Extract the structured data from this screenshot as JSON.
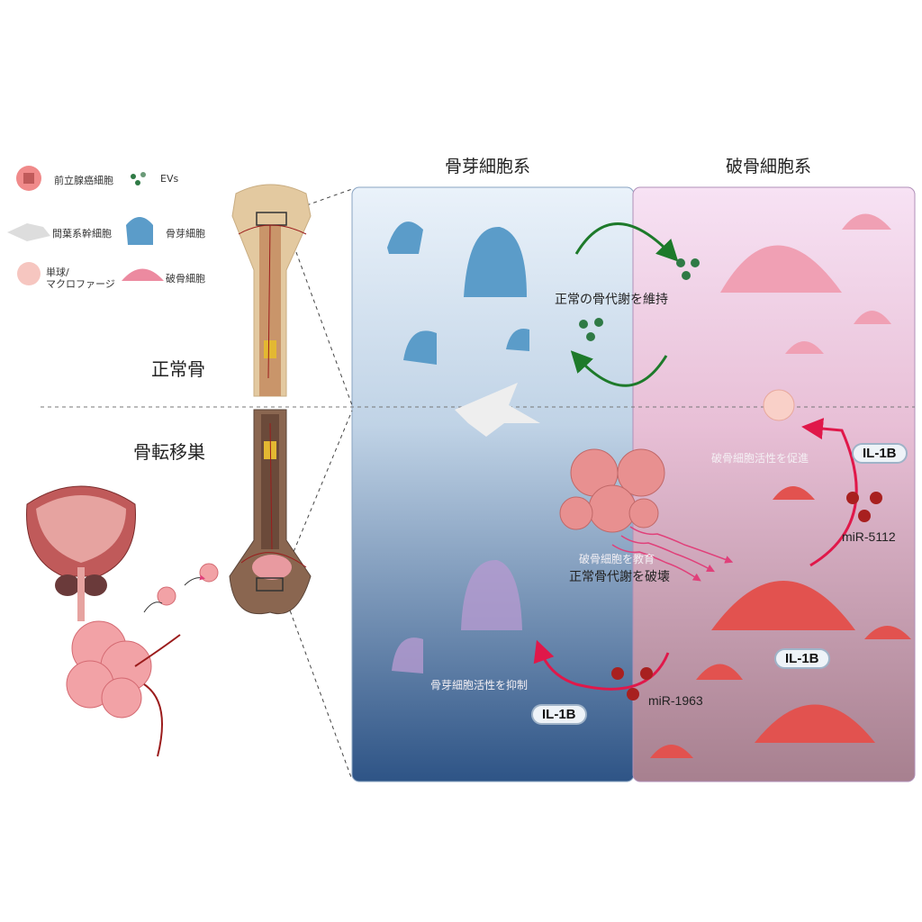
{
  "legend": {
    "prostate_cancer_cell": "前立腺癌細胞",
    "evs": "EVs",
    "msc": "間葉系幹細胞",
    "osteoblast": "骨芽細胞",
    "monocyte_line1": "単球/",
    "monocyte_line2": "マクロファージ",
    "osteoclast": "破骨細胞"
  },
  "side_labels": {
    "normal_bone": "正常骨",
    "bone_metastasis": "骨転移巣"
  },
  "panels": {
    "osteoblast_title": "骨芽細胞系",
    "osteoclast_title": "破骨細胞系"
  },
  "annotations": {
    "maintain": "正常の骨代謝を維持",
    "promote": "破骨細胞活性を促進",
    "educate": "破骨細胞を教育",
    "destroy": "正常骨代謝を破壊",
    "suppress": "骨芽細胞活性を抑制",
    "il1b_top": "IL-1B",
    "il1b_mid": "IL-1B",
    "il1b_bottom": "IL-1B",
    "mir5112": "miR-5112",
    "mir1963": "miR-1963"
  },
  "colors": {
    "osteoblast": "#5b9cc9",
    "osteoclast": "#e2524f",
    "ev": "#2f7a45",
    "arrow_green": "#1d7a2a",
    "arrow_red": "#e0184a"
  }
}
